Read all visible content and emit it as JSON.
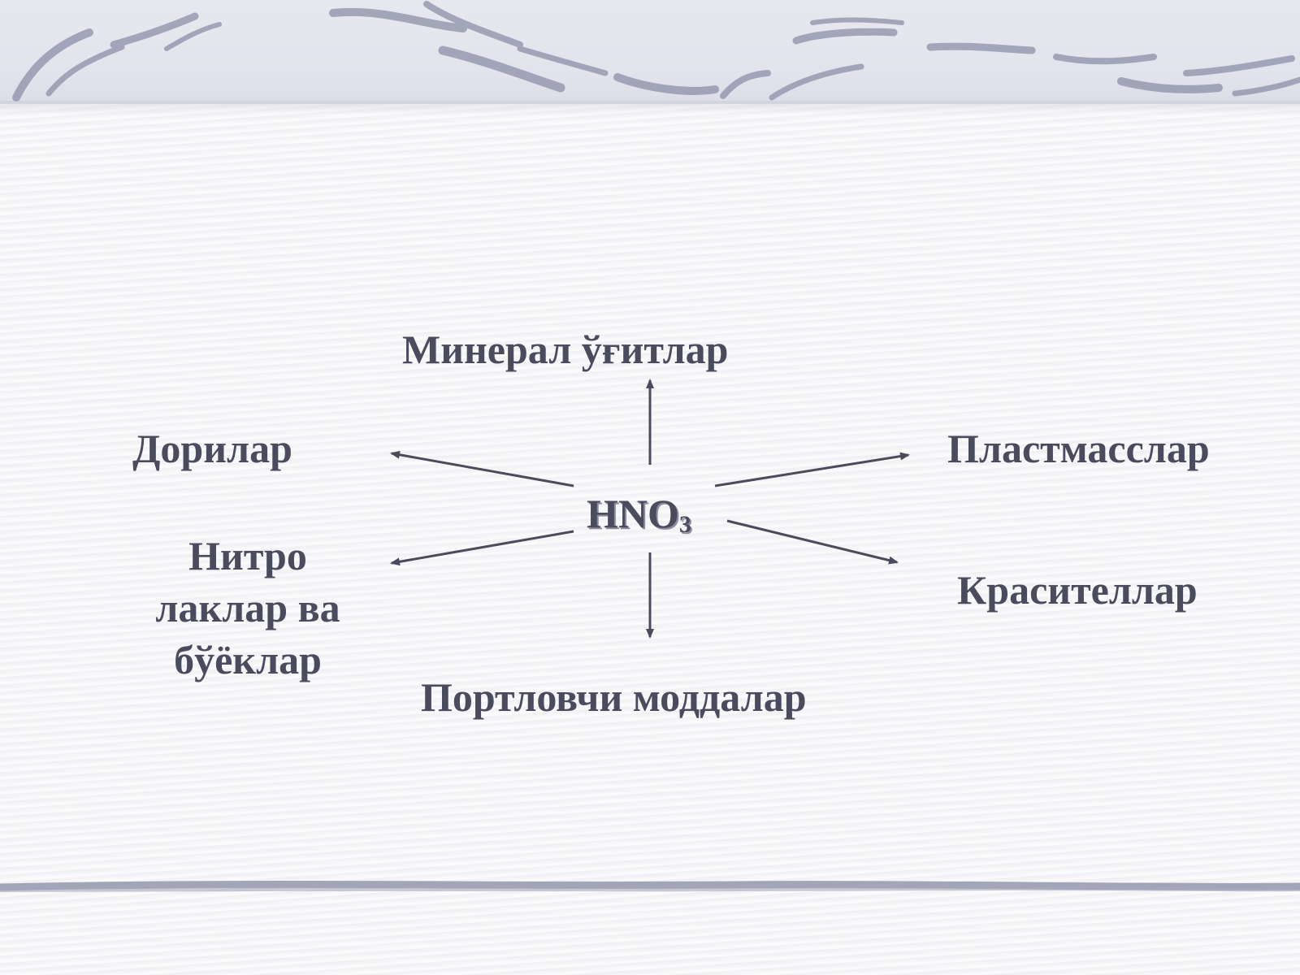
{
  "diagram": {
    "center": {
      "formula_main": "HNO",
      "formula_subscript": "3"
    },
    "nodes": {
      "mineral": "Минерал  ўғитлар",
      "dorilar": "Дорилар",
      "plastmass": "Пластмасслар",
      "nitro": "Нитро\nлаклар ва\nбўёклар",
      "krasitel": "Красителлар",
      "portlovchi": "Портловчи моддалар"
    },
    "text_color": "#4a4c5e",
    "arrow_color": "#4a4c5e"
  }
}
